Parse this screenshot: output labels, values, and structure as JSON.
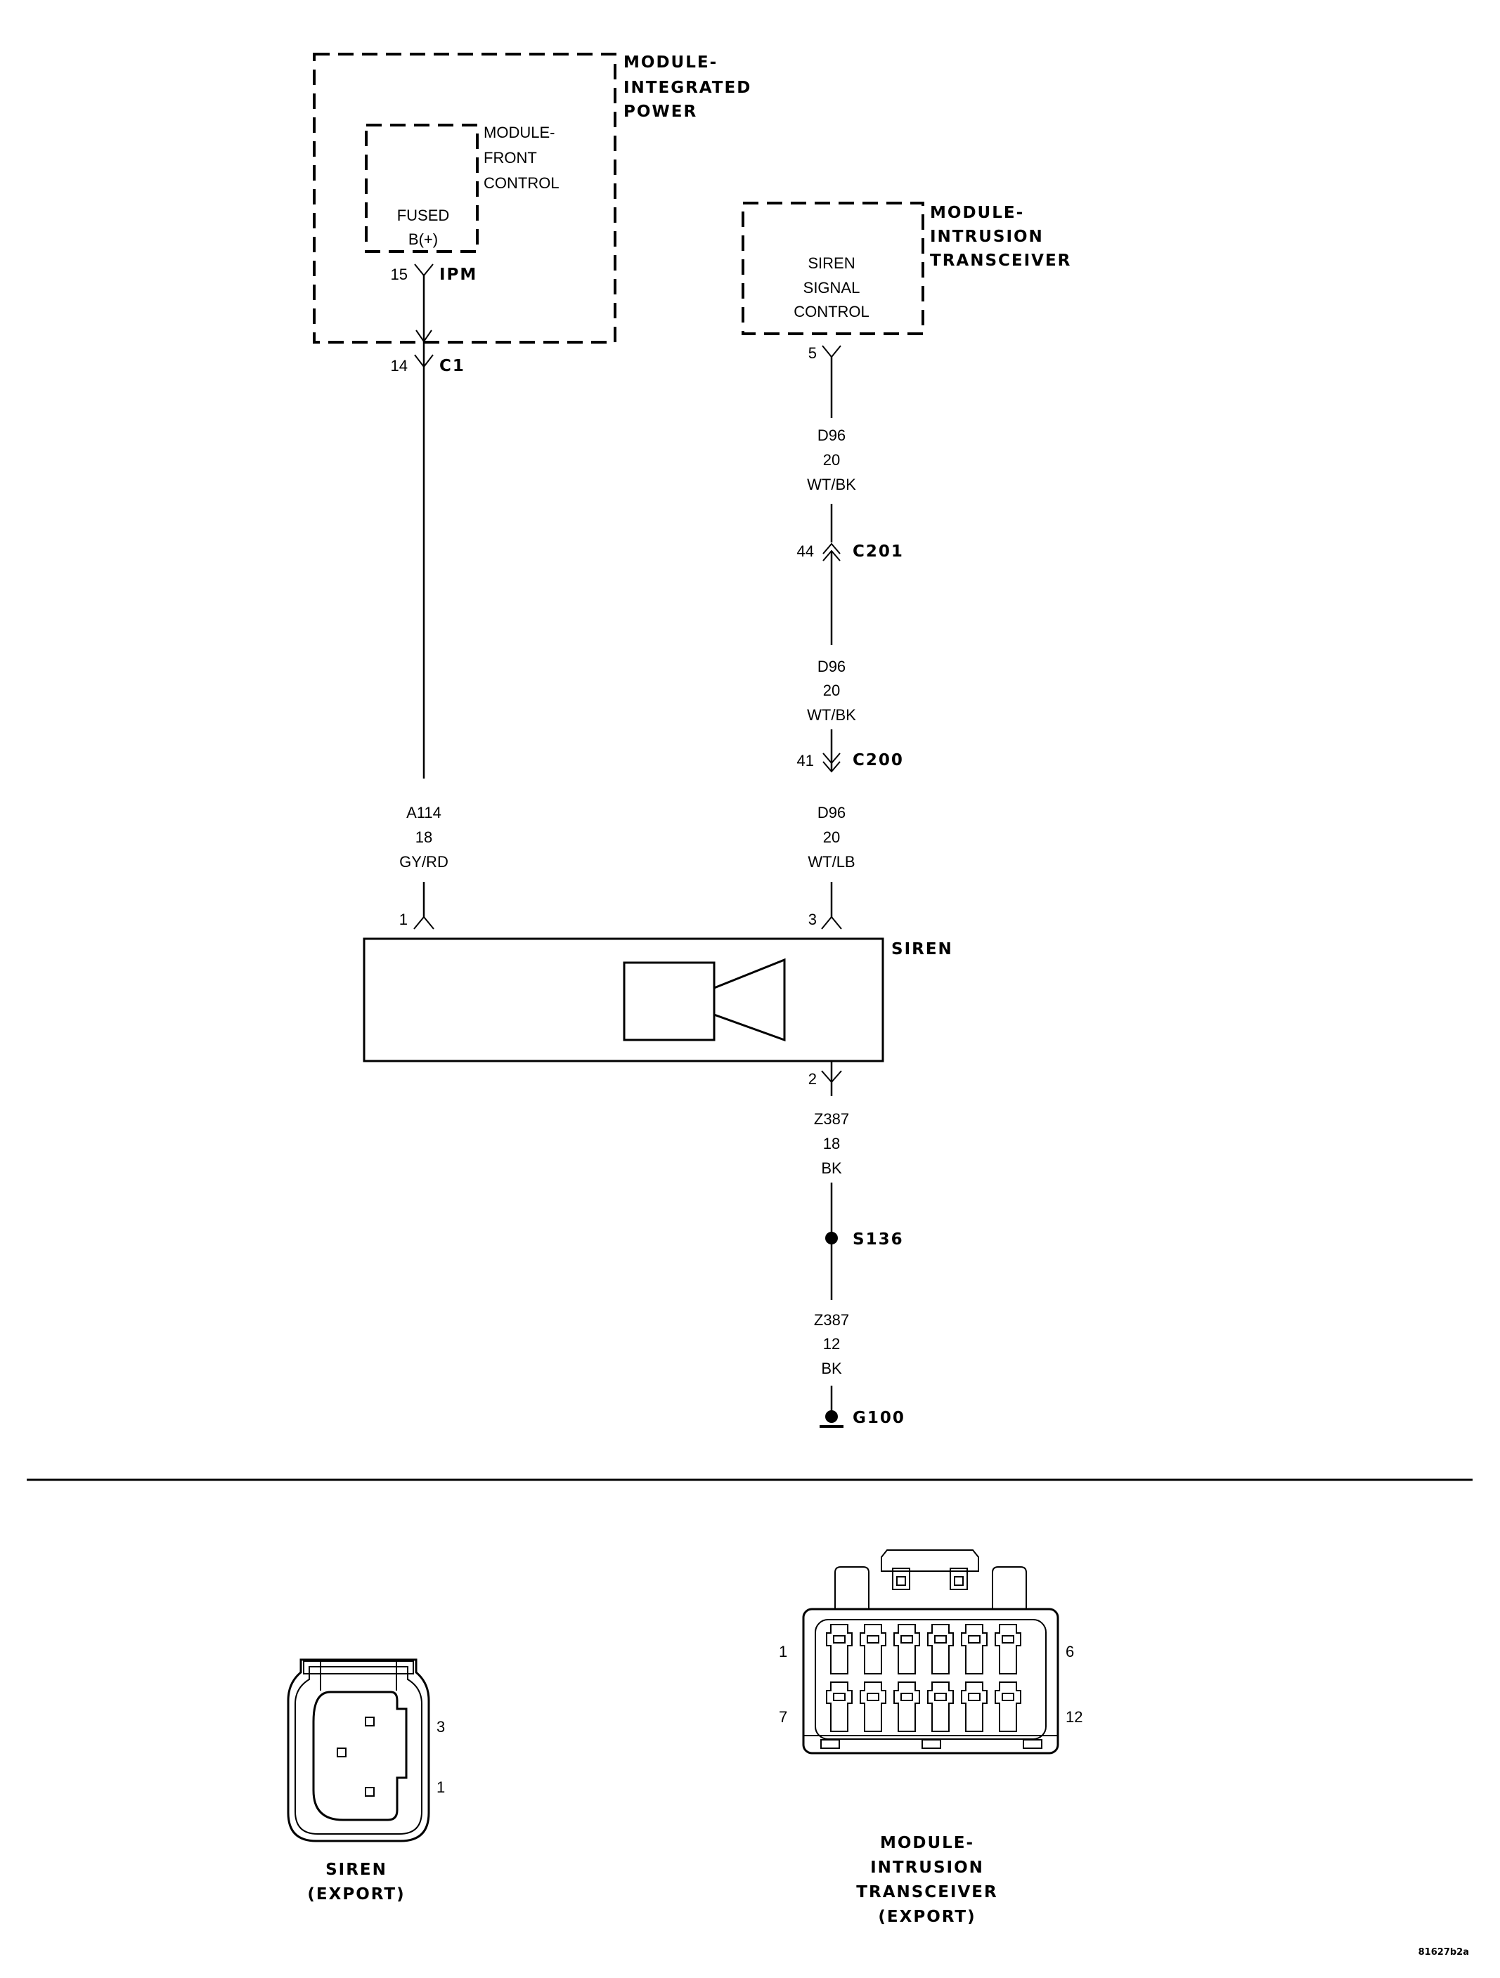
{
  "modules": {
    "ipm": [
      "MODULE-",
      "INTEGRATED",
      "POWER"
    ],
    "front_control": [
      "MODULE-",
      "FRONT",
      "CONTROL"
    ],
    "fused": [
      "FUSED",
      "B(+)"
    ],
    "intrusion": [
      "MODULE-",
      "INTRUSION",
      "TRANSCEIVER"
    ],
    "siren_signal": [
      "SIREN",
      "SIGNAL",
      "CONTROL"
    ],
    "siren": "SIREN"
  },
  "connectors": {
    "ipm": {
      "pin": "15",
      "name": "IPM"
    },
    "c1": {
      "pin": "14",
      "name": "C1"
    },
    "itm": {
      "pin": "5"
    },
    "c201": {
      "pin": "44",
      "name": "C201"
    },
    "c200": {
      "pin": "41",
      "name": "C200"
    },
    "siren_pin1": "1",
    "siren_pin3": "3",
    "siren_pin2": "2",
    "s136": "S136",
    "g100": "G100"
  },
  "wires": {
    "a114": [
      "A114",
      "18",
      "GY/RD"
    ],
    "d96_top": [
      "D96",
      "20",
      "WT/BK"
    ],
    "d96_mid": [
      "D96",
      "20",
      "WT/BK"
    ],
    "d96_bot": [
      "D96",
      "20",
      "WT/LB"
    ],
    "z387_top": [
      "Z387",
      "18",
      "BK"
    ],
    "z387_bot": [
      "Z387",
      "12",
      "BK"
    ]
  },
  "views": {
    "siren": {
      "caption": [
        "SIREN",
        "(EXPORT)"
      ],
      "pins": [
        "3",
        "1"
      ]
    },
    "intrusion": {
      "caption": [
        "MODULE-",
        "INTRUSION",
        "TRANSCEIVER",
        "(EXPORT)"
      ],
      "pins": [
        "1",
        "6",
        "7",
        "12"
      ]
    }
  },
  "figure_id": "81627b2a"
}
